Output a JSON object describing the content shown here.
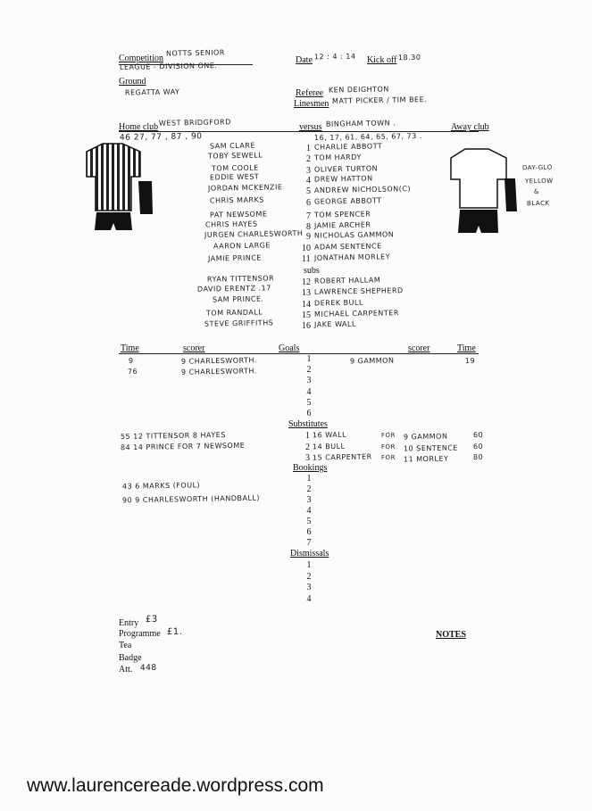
{
  "header": {
    "competition_label": "Competition",
    "competition": "NOTTS SENIOR",
    "competition_2": "LEAGUE - DIVISION ONE.",
    "ground_label": "Ground",
    "ground": "REGATTA WAY",
    "date_label": "Date",
    "date": "12 : 4 : 14",
    "kickoff_label": "Kick off",
    "kickoff": "18.30",
    "referee_label": "Referee",
    "referee": "KEN DEIGHTON",
    "linesmen_label": "Linesmen",
    "linesmen": "MATT PICKER / TIM BEE.",
    "home_label": "Home club",
    "home": "WEST BRIDGFORD",
    "versus_label": "versus",
    "away": "BINGHAM TOWN .",
    "away_label": "Away club",
    "home_numbers": "46 27, 77 , 87 , 90",
    "away_numbers": "16, 17, 61, 64, 65, 67, 73 ."
  },
  "kits": {
    "away_desc_1": "DAY-GLO",
    "away_desc_2": "YELLOW",
    "away_desc_3": "&",
    "away_desc_4": "BLACK"
  },
  "home_players": [
    "SAM CLARE",
    "TOBY SEWELL",
    "TOM COOLE",
    "EDDIE WEST",
    "JORDAN MCKENZIE",
    "CHRIS MARKS",
    "PAT NEWSOME",
    "CHRIS HAYES",
    "JURGEN CHARLESWORTH",
    "AARON LARGE",
    "JAMIE PRINCE",
    "RYAN TITTENSOR",
    "DAVID ERENTZ .17",
    "SAM PRINCE.",
    "TOM      RANDALL",
    "STEVE     GRIFFITHS"
  ],
  "away_players": [
    {
      "n": "1",
      "name": "CHARLIE ABBOTT"
    },
    {
      "n": "2",
      "name": "TOM HARDY"
    },
    {
      "n": "3",
      "name": "OLIVER TURTON"
    },
    {
      "n": "4",
      "name": "DREW HATTON"
    },
    {
      "n": "5",
      "name": "ANDREW NICHOLSON(C)"
    },
    {
      "n": "6",
      "name": "GEORGE ABBOTT"
    },
    {
      "n": "7",
      "name": "TOM SPENCER"
    },
    {
      "n": "8",
      "name": "JAMIE ARCHER"
    },
    {
      "n": "9",
      "name": "NICHOLAS GAMMON"
    },
    {
      "n": "10",
      "name": "ADAM SENTENCE"
    },
    {
      "n": "11",
      "name": "JONATHAN MORLEY"
    },
    {
      "n": "12",
      "name": "ROBERT HALLAM"
    },
    {
      "n": "13",
      "name": "LAWRENCE SHEPHERD"
    },
    {
      "n": "14",
      "name": "DEREK BULL"
    },
    {
      "n": "15",
      "name": "MICHAEL CARPENTER"
    },
    {
      "n": "16",
      "name": "JAKE WALL"
    }
  ],
  "subs_label": "subs",
  "goals": {
    "time_label": "Time",
    "scorer_label": "scorer",
    "title": "Goals",
    "numbers": [
      "1",
      "2",
      "3",
      "4",
      "5",
      "6"
    ],
    "home": [
      {
        "time": "9",
        "scorer": "9 CHARLESWORTH."
      },
      {
        "time": "76",
        "scorer": "9 CHARLESWORTH."
      }
    ],
    "away": [
      {
        "time": "19",
        "scorer": "9 GAMMON"
      }
    ]
  },
  "substitutes": {
    "title": "Substitutes",
    "home": [
      "55 12 TITTENSOR  8 HAYES",
      "84 14 PRINCE FOR 7 NEWSOME"
    ],
    "away": [
      {
        "n": "1",
        "on": "16 WALL",
        "for": "FOR",
        "off": "9 GAMMON",
        "time": "60"
      },
      {
        "n": "2",
        "on": "14 BULL",
        "for": "FOR",
        "off": "10 SENTENCE",
        "time": "60"
      },
      {
        "n": "3",
        "on": "15 CARPENTER",
        "for": "FOR",
        "off": "11 MORLEY",
        "time": "80"
      }
    ]
  },
  "bookings": {
    "title": "Bookings",
    "numbers": [
      "1",
      "2",
      "3",
      "4",
      "5",
      "6",
      "7"
    ],
    "home": [
      "43  6 MARKS (FOUL)",
      "90  9 CHARLESWORTH (HANDBALL)"
    ]
  },
  "dismissals": {
    "title": "Dismissals",
    "numbers": [
      "1",
      "2",
      "3",
      "4"
    ]
  },
  "footer_info": {
    "entry_label": "Entry",
    "entry": "£3",
    "programme_label": "Programme",
    "programme": "£1.",
    "tea_label": "Tea",
    "badge_label": "Badge",
    "att_label": "Att.",
    "att": "448",
    "notes_label": "NOTES"
  },
  "watermark": "www.laurencereade.wordpress.com"
}
